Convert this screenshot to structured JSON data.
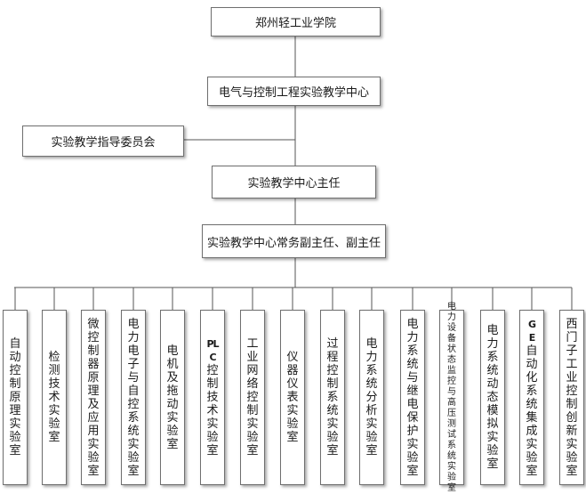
{
  "nodes": {
    "university": "郑州轻工业学院",
    "center": "电气与控制工程实验教学中心",
    "committee": "实验教学指导委员会",
    "director": "实验教学中心主任",
    "deputy": "实验教学中心常务副主任、副主任"
  },
  "labs": [
    {
      "latin": "",
      "text": "自动控制原理实验室"
    },
    {
      "latin": "",
      "text": "检测技术实验室"
    },
    {
      "latin": "",
      "text": "微控制器原理及应用实验室"
    },
    {
      "latin": "",
      "text": "电力电子与自控系统实验室"
    },
    {
      "latin": "",
      "text": "电机及拖动实验室"
    },
    {
      "latin": "PLC",
      "text": "控制技术实验室"
    },
    {
      "latin": "",
      "text": "工业网络控制实验室"
    },
    {
      "latin": "",
      "text": "仪器仪表实验室"
    },
    {
      "latin": "",
      "text": "过程控制系统实验室"
    },
    {
      "latin": "",
      "text": "电力系统分析实验室"
    },
    {
      "latin": "",
      "text": "电力系统与继电保护实验室"
    },
    {
      "latin": "",
      "text": "电力设备状态监控与高压测试系统实验室"
    },
    {
      "latin": "",
      "text": "电力系统动态模拟实验室"
    },
    {
      "latin": "GE",
      "text": "自动化系统集成实验室"
    },
    {
      "latin": "",
      "text": "西门子工业控制创新实验室"
    }
  ]
}
